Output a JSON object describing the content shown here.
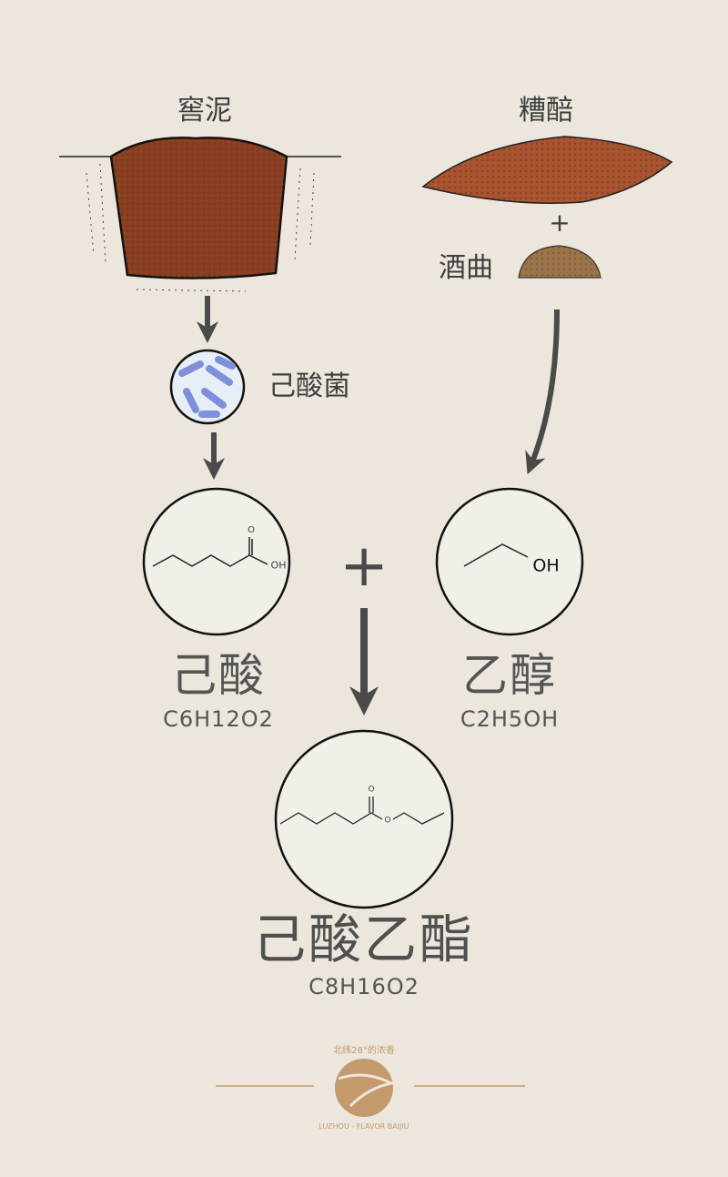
{
  "sources": {
    "pit_mud": "窖泥",
    "fermented_grains": "糟醅",
    "plus": "+",
    "qu_starter": "酒曲"
  },
  "bacteria": {
    "label": "己酸菌"
  },
  "reactants": {
    "acid": {
      "name": "己酸",
      "formula": "C6H12O2",
      "oh_label": "OH",
      "o_label": "O"
    },
    "plus": "+",
    "alcohol": {
      "name": "乙醇",
      "formula": "C2H5OH",
      "oh_label": "OH"
    }
  },
  "product": {
    "name": "己酸乙酯",
    "formula": "C8H16O2",
    "o_label": "O"
  },
  "logo": {
    "top_text": "北纬28°的浓香",
    "bottom_text": "LUZHOU - FLAVOR BAIJIU"
  },
  "colors": {
    "background": "#ece6dc",
    "text": "#4b4b4b",
    "mud": "#8a3f22",
    "grain": "#a8532f",
    "logo": "#c49a6c"
  }
}
